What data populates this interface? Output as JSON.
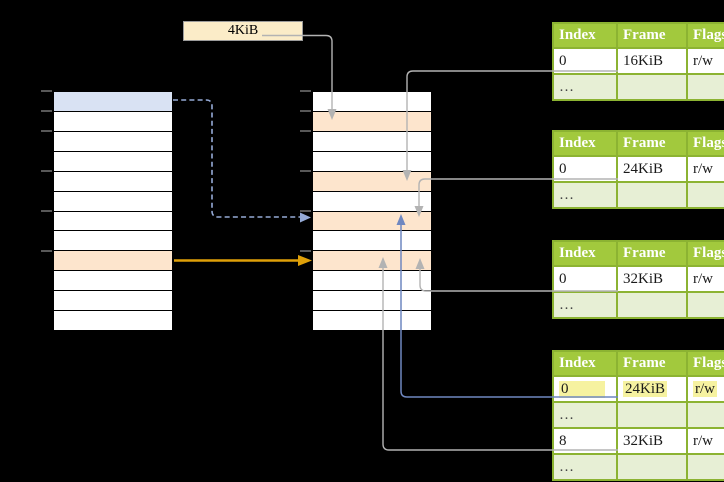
{
  "colors": {
    "background": "#000000",
    "column_border": "#000000",
    "row_white": "#ffffff",
    "row_blue": "#d9e2f3",
    "row_orange": "#fde5cd",
    "label_box_fill": "#fbecc8",
    "label_box_border": "#9b9b9b",
    "table_header_bg": "#a2c93d",
    "table_header_text": "#ffffff",
    "table_border_green": "#8cb332",
    "table_row_shaded": "#e7efd5",
    "table_cell_divider": "#000000",
    "highlight_yellow": "#f6f2a0",
    "arrow_gray": "#b3b3b3",
    "arrow_orange": "#dfa009",
    "arrow_blue_solid": "#6f87c0",
    "arrow_blue_dashed": "#95aad6",
    "tick_gray": "#6e6e6e"
  },
  "page_size_label": "4KiB",
  "virtual_memory_column": {
    "row_fills": [
      "blue",
      "white",
      "white",
      "white",
      "white",
      "white",
      "white",
      "white",
      "orange",
      "white",
      "white",
      "white"
    ]
  },
  "physical_memory_column": {
    "row_fills": [
      "white",
      "orange",
      "white",
      "white",
      "orange",
      "white",
      "orange",
      "white",
      "orange",
      "white",
      "white",
      "white"
    ]
  },
  "page_tables": [
    {
      "headers": [
        "Index",
        "Frame",
        "Flags"
      ],
      "rows": [
        {
          "cells": [
            "0",
            "16KiB",
            "r/w"
          ],
          "shaded": false,
          "highlight": false
        },
        {
          "cells": [
            "…",
            "",
            ""
          ],
          "shaded": true,
          "highlight": false
        }
      ]
    },
    {
      "headers": [
        "Index",
        "Frame",
        "Flags"
      ],
      "rows": [
        {
          "cells": [
            "0",
            "24KiB",
            "r/w"
          ],
          "shaded": false,
          "highlight": false
        },
        {
          "cells": [
            "…",
            "",
            ""
          ],
          "shaded": true,
          "highlight": false
        }
      ]
    },
    {
      "headers": [
        "Index",
        "Frame",
        "Flags"
      ],
      "rows": [
        {
          "cells": [
            "0",
            "32KiB",
            "r/w"
          ],
          "shaded": false,
          "highlight": false
        },
        {
          "cells": [
            "…",
            "",
            ""
          ],
          "shaded": true,
          "highlight": false
        }
      ]
    },
    {
      "headers": [
        "Index",
        "Frame",
        "Flags"
      ],
      "rows": [
        {
          "cells": [
            "0",
            "24KiB",
            "r/w"
          ],
          "shaded": false,
          "highlight": true
        },
        {
          "cells": [
            "…",
            "",
            ""
          ],
          "shaded": true,
          "highlight": false
        },
        {
          "cells": [
            "8",
            "32KiB",
            "r/w"
          ],
          "shaded": false,
          "highlight": false
        },
        {
          "cells": [
            "…",
            "",
            ""
          ],
          "shaded": true,
          "highlight": false
        }
      ]
    }
  ]
}
